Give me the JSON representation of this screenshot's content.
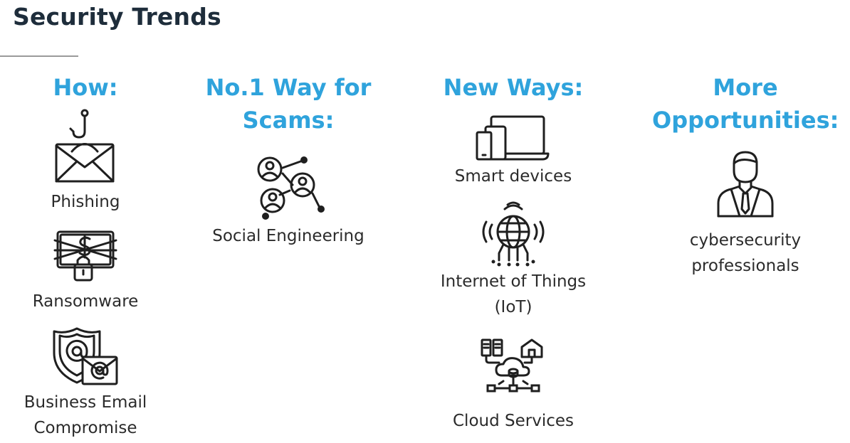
{
  "page": {
    "title": "Security Trends"
  },
  "columns": [
    {
      "heading": "How:",
      "items": [
        {
          "label": "Phishing",
          "icon": "phishing-email-hook-icon"
        },
        {
          "label": "Ransomware",
          "icon": "locked-money-icon"
        },
        {
          "label_lines": [
            "Business Email",
            "Compromise"
          ],
          "icon": "shield-email-at-icon"
        }
      ]
    },
    {
      "heading_lines": [
        "No.1 Way for",
        "Scams:"
      ],
      "items": [
        {
          "label": "Social Engineering",
          "icon": "social-network-people-icon"
        }
      ]
    },
    {
      "heading": "New Ways:",
      "items": [
        {
          "label": "Smart devices",
          "icon": "devices-icon"
        },
        {
          "label_lines": [
            "Internet of Things",
            "(IoT)"
          ],
          "icon": "iot-globe-icon"
        },
        {
          "label": "Cloud Services",
          "icon": "cloud-network-icon"
        }
      ]
    },
    {
      "heading_lines": [
        "More",
        "Opportunities:"
      ],
      "items": [
        {
          "label_lines": [
            "cybersecurity",
            "professionals"
          ],
          "icon": "professional-person-icon"
        }
      ]
    }
  ],
  "colors": {
    "accent": "#2fa3dc",
    "title": "#1e2d3b",
    "text": "#2b2b2b"
  }
}
